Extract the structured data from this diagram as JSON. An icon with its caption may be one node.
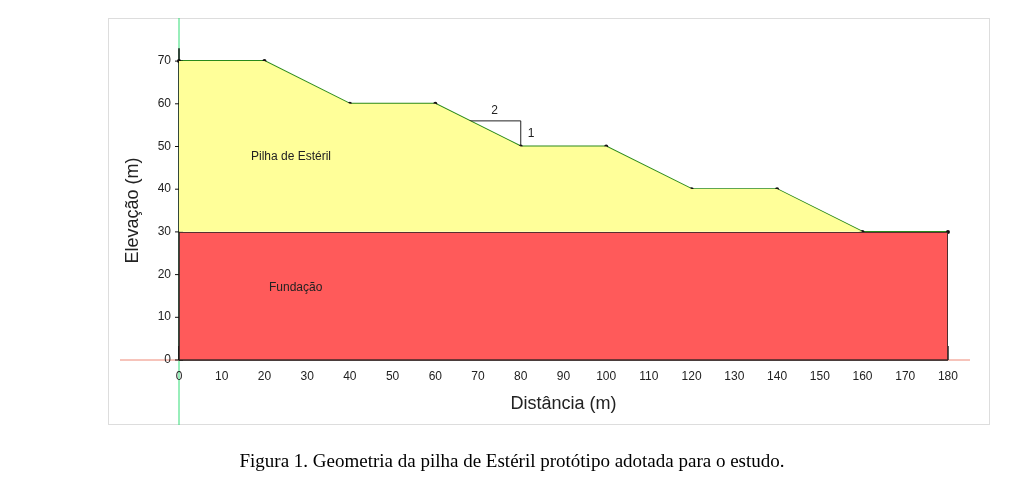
{
  "diagram": {
    "caption": "Figura 1. Geometria da pilha de Estéril protótipo adotada para o estudo.",
    "nodes": [
      {
        "text": [
          "Pilha de Estéril"
        ]
      },
      {
        "text": [
          "Fundação"
        ]
      }
    ],
    "labels": [
      "70",
      "60",
      "50",
      "40",
      "30",
      "20",
      "10",
      "0",
      "Elevação (m)",
      "2",
      "1",
      "0",
      "10",
      "20",
      "30",
      "40",
      "50",
      "60",
      "70",
      "80",
      "90",
      "100",
      "110",
      "120",
      "130",
      "140",
      "150",
      "160",
      "170",
      "180",
      "Distância (m)"
    ]
  }
}
